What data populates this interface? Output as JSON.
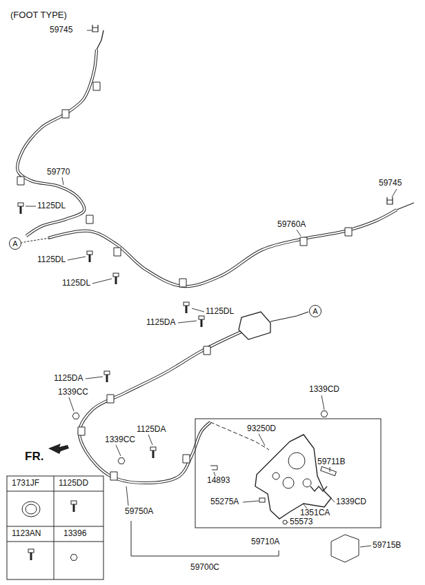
{
  "diagram": {
    "title": "(FOOT TYPE)",
    "nodes": [
      {
        "text": [
          "A"
        ]
      },
      {
        "text": [
          "A"
        ]
      }
    ],
    "labels": [
      "59745",
      "59770",
      "1125DL",
      "59745",
      "1125DL",
      "59760A",
      "1125DL",
      "1125DL",
      "1125DA",
      "1125DA",
      "1339CC",
      "1339CD",
      "1125DA",
      "93250D",
      "1339CC",
      "FR.",
      "59711B",
      "14893",
      "55275A",
      "1339CD",
      "1351CA",
      "55573",
      "59750A",
      "59710A",
      "59715B",
      "59700C",
      "1731JF",
      "1125DD",
      "1123AN",
      "13396"
    ]
  }
}
